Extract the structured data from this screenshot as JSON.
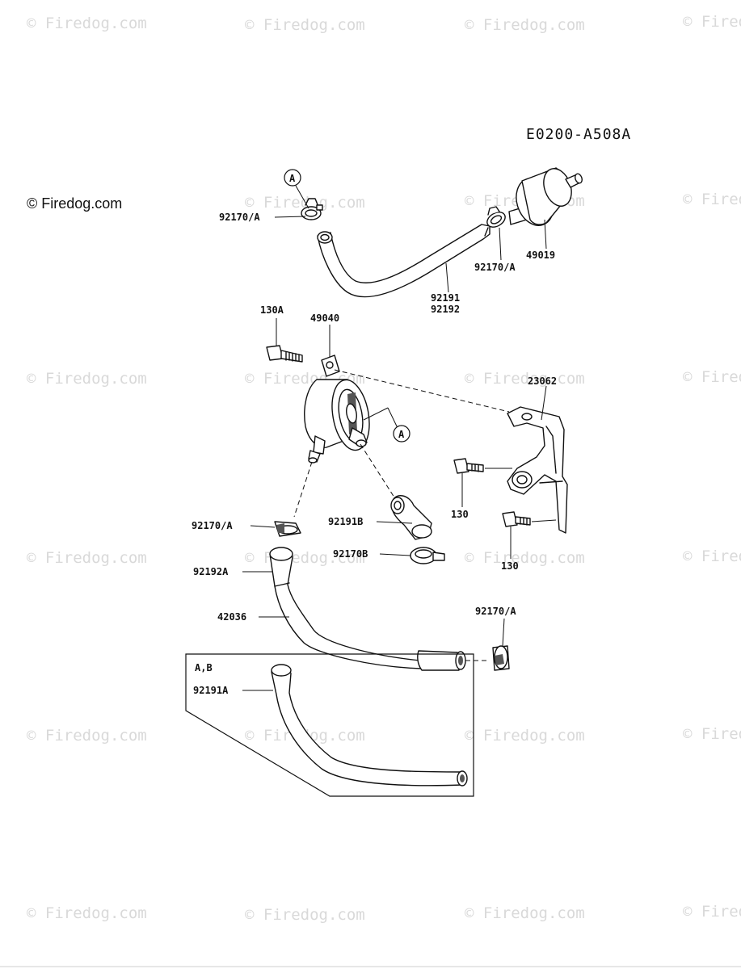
{
  "watermark": {
    "text": "© Firedog.com"
  },
  "copyright": "© Firedog.com",
  "diagram_code": "E0200-A508A",
  "callout_a": "A",
  "inset_label": "A,B",
  "parts": {
    "p92170A_top_left": "92170/A",
    "p92170A_top_right": "92170/A",
    "p49019": "49019",
    "p92191": "92191",
    "p92192": "92192",
    "p130A": "130A",
    "p49040": "49040",
    "p23062": "23062",
    "p130_upper": "130",
    "p130_lower": "130",
    "p92170A_mid": "92170/A",
    "p92191B": "92191B",
    "p92170B": "92170B",
    "p92192A": "92192A",
    "p42036": "42036",
    "p92170A_right": "92170/A",
    "p92191A": "92191A"
  }
}
